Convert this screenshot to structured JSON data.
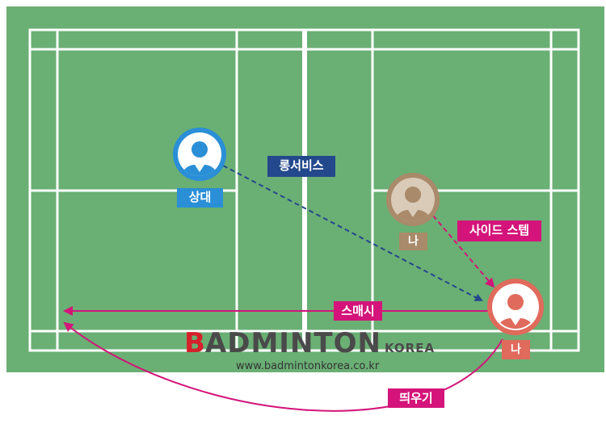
{
  "court": {
    "color": "#6aaf74",
    "line_color": "#ffffff"
  },
  "players": {
    "opponent": {
      "label": "상대",
      "circle_color": "#2a8fd6",
      "label_color": "#2a8fd6"
    },
    "me_initial": {
      "label": "나",
      "circle_color": "#a98a6a",
      "label_color": "#a98a6a"
    },
    "me": {
      "label": "나",
      "circle_color": "#e06a5c",
      "label_color": "#e06a5c"
    }
  },
  "shots": {
    "long_service": {
      "label": "롱서비스",
      "color": "#24488c"
    },
    "side_step": {
      "label": "사이드 스텝",
      "color": "#d4147a"
    },
    "smash": {
      "label": "스매시",
      "color": "#d4147a"
    },
    "lift": {
      "label": "띄우기",
      "color": "#d4147a"
    }
  },
  "watermark": {
    "logo_first": "B",
    "logo_rest": "ADMINTON",
    "logo_korea": "KOREA",
    "url": "www.badmintonkorea.co.kr"
  }
}
